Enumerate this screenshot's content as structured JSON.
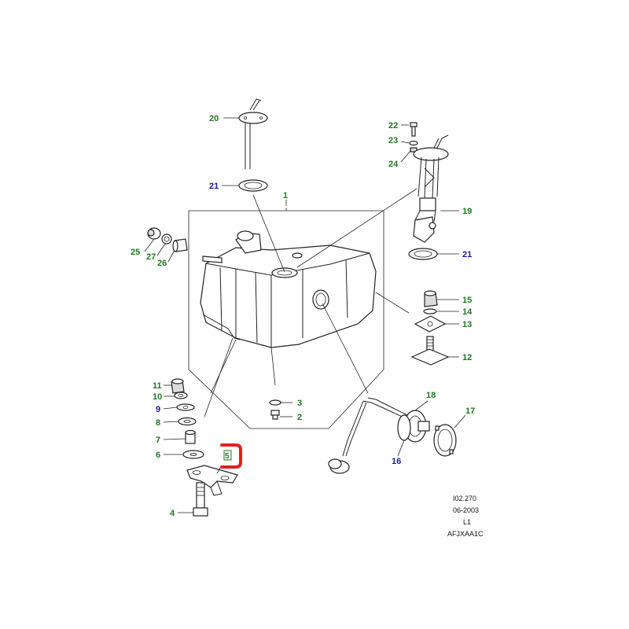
{
  "colors": {
    "callout_green": "#1e7a1e",
    "callout_blue": "#1a1aa0",
    "highlight_red": "#e02020",
    "line": "#222222"
  },
  "callouts": [
    {
      "id": "1",
      "label": "1",
      "color": "green"
    },
    {
      "id": "2",
      "label": "2",
      "color": "green"
    },
    {
      "id": "3",
      "label": "3",
      "color": "green"
    },
    {
      "id": "4",
      "label": "4",
      "color": "green"
    },
    {
      "id": "5",
      "label": "5",
      "color": "green",
      "highlighted": true
    },
    {
      "id": "6",
      "label": "6",
      "color": "green"
    },
    {
      "id": "7",
      "label": "7",
      "color": "green"
    },
    {
      "id": "8",
      "label": "8",
      "color": "green"
    },
    {
      "id": "9",
      "label": "9",
      "color": "blue"
    },
    {
      "id": "10",
      "label": "10",
      "color": "green"
    },
    {
      "id": "11",
      "label": "11",
      "color": "green"
    },
    {
      "id": "12",
      "label": "12",
      "color": "green"
    },
    {
      "id": "13",
      "label": "13",
      "color": "green"
    },
    {
      "id": "14",
      "label": "14",
      "color": "green"
    },
    {
      "id": "15",
      "label": "15",
      "color": "green"
    },
    {
      "id": "16",
      "label": "16",
      "color": "blue"
    },
    {
      "id": "17",
      "label": "17",
      "color": "green"
    },
    {
      "id": "18",
      "label": "18",
      "color": "green"
    },
    {
      "id": "19",
      "label": "19",
      "color": "green"
    },
    {
      "id": "20",
      "label": "20",
      "color": "green"
    },
    {
      "id": "21a",
      "label": "21",
      "color": "blue"
    },
    {
      "id": "21b",
      "label": "21",
      "color": "blue"
    },
    {
      "id": "22",
      "label": "22",
      "color": "green"
    },
    {
      "id": "23",
      "label": "23",
      "color": "green"
    },
    {
      "id": "24",
      "label": "24",
      "color": "green"
    },
    {
      "id": "25",
      "label": "25",
      "color": "green"
    },
    {
      "id": "26",
      "label": "26",
      "color": "green"
    },
    {
      "id": "27",
      "label": "27",
      "color": "green"
    }
  ],
  "reference": {
    "line1": "I02.270",
    "line2": "06-2003",
    "line3": "L1",
    "line4": "AFJXAA1C"
  }
}
